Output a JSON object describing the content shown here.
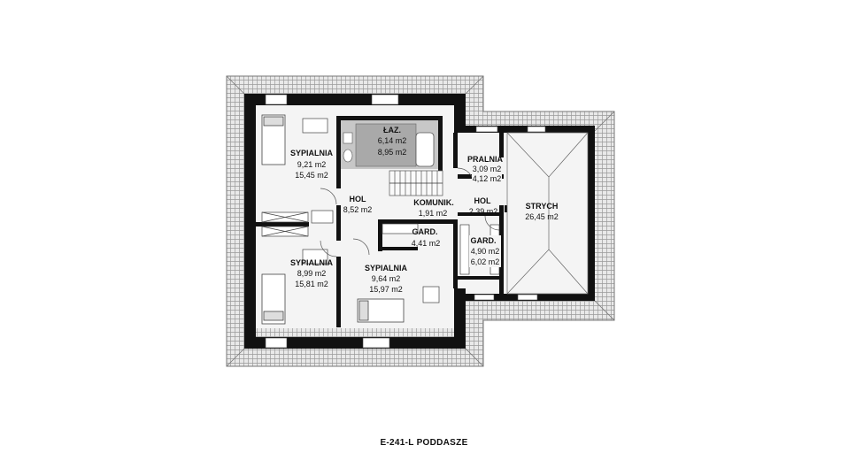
{
  "rooms": [
    {
      "name": "SYPIALNIA",
      "area1": "9,21 m2",
      "area2": "15,45 m2"
    },
    {
      "name": "ŁAZ.",
      "area1": "6,14 m2",
      "area2": "8,95 m2"
    },
    {
      "name": "PRALNIA",
      "area1": "3,09 m2",
      "area2": "4,12 m2"
    },
    {
      "name": "HOL",
      "area1": "8,52 m2",
      "area2": ""
    },
    {
      "name": "KOMUNIK.",
      "area1": "1,91 m2",
      "area2": ""
    },
    {
      "name": "HOL",
      "area1": "2,39 m2",
      "area2": ""
    },
    {
      "name": "STRYCH",
      "area1": "26,45 m2",
      "area2": ""
    },
    {
      "name": "GARD.",
      "area1": "4,41 m2",
      "area2": ""
    },
    {
      "name": "GARD.",
      "area1": "4,90 m2",
      "area2": "6,02 m2"
    },
    {
      "name": "SYPIALNIA",
      "area1": "8,99 m2",
      "area2": "15,81 m2"
    },
    {
      "name": "SYPIALNIA",
      "area1": "9,64 m2",
      "area2": "15,97 m2"
    }
  ],
  "caption": "E-241-L PODDASZE"
}
